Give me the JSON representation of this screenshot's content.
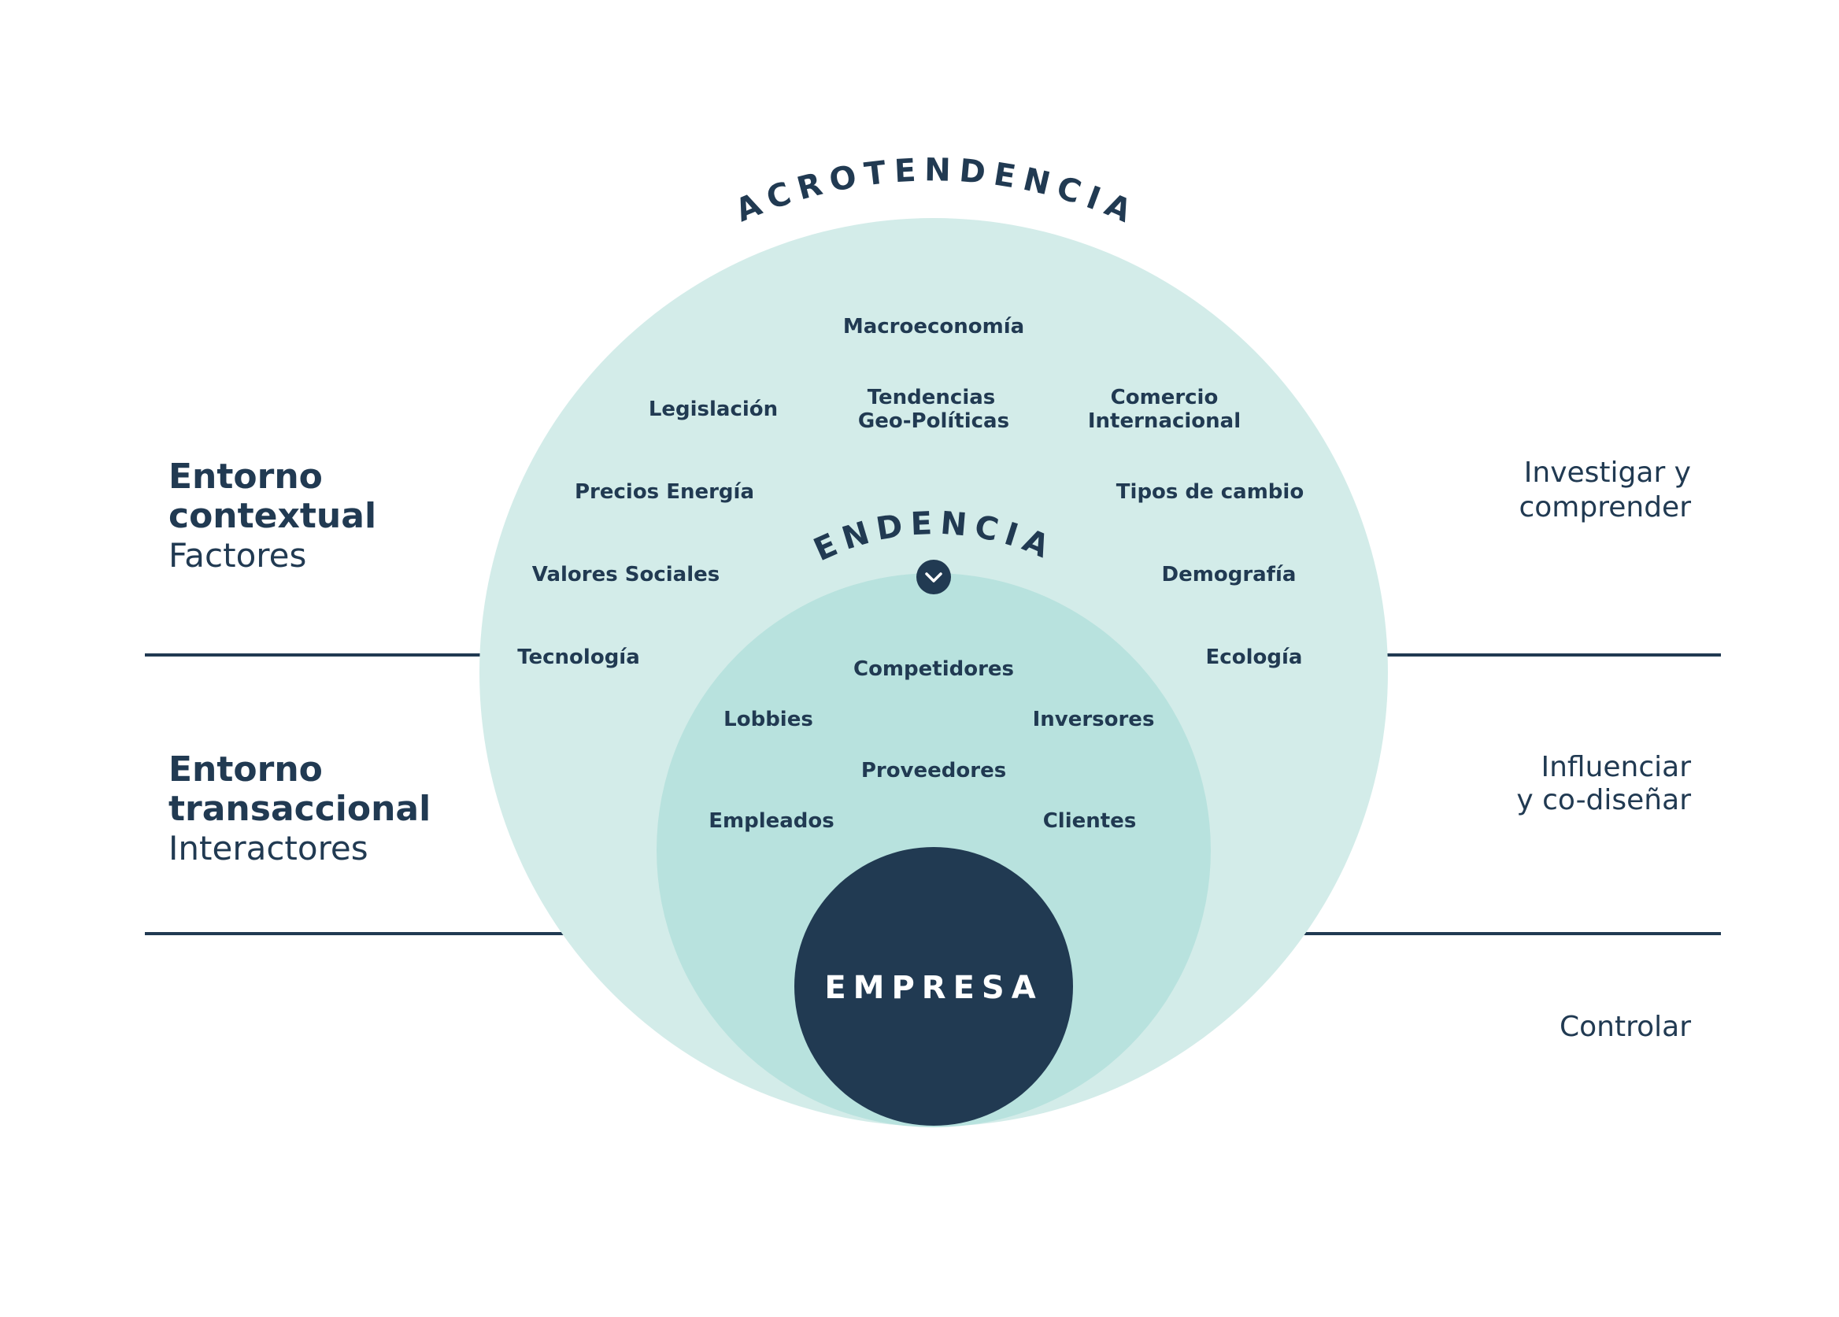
{
  "colors": {
    "navy": "#213a52",
    "outer_circle": "#d3ece9",
    "inner_circle": "#b8e2de",
    "core_circle": "#213a52",
    "background": "#ffffff"
  },
  "outer": {
    "title": "MACROTENDENCIAS",
    "factors": [
      "Macroeconomía",
      "Legislación",
      "Tendencias",
      "Geo-Políticas",
      "Comercio",
      "Internacional",
      "Precios Energía",
      "Tipos de cambio",
      "Valores Sociales",
      "Demografía",
      "Tecnología",
      "Ecología"
    ]
  },
  "inner": {
    "title": "TENDENCIAS",
    "icon": "chevron-down-icon",
    "factors": [
      "Competidores",
      "Lobbies",
      "Inversores",
      "Proveedores",
      "Empleados",
      "Clientes"
    ]
  },
  "core": {
    "label": "EMPRESA"
  },
  "left": {
    "contextual": {
      "title_1": "Entorno",
      "title_2": "contextual",
      "subtitle": "Factores"
    },
    "transactional": {
      "title_1": "Entorno",
      "title_2": "transaccional",
      "subtitle": "Interactores"
    }
  },
  "right": {
    "contextual_action_1": "Investigar y",
    "contextual_action_2": "comprender",
    "transactional_action_1": "Influenciar",
    "transactional_action_2": "y co-diseñar",
    "core_action": "Controlar"
  }
}
